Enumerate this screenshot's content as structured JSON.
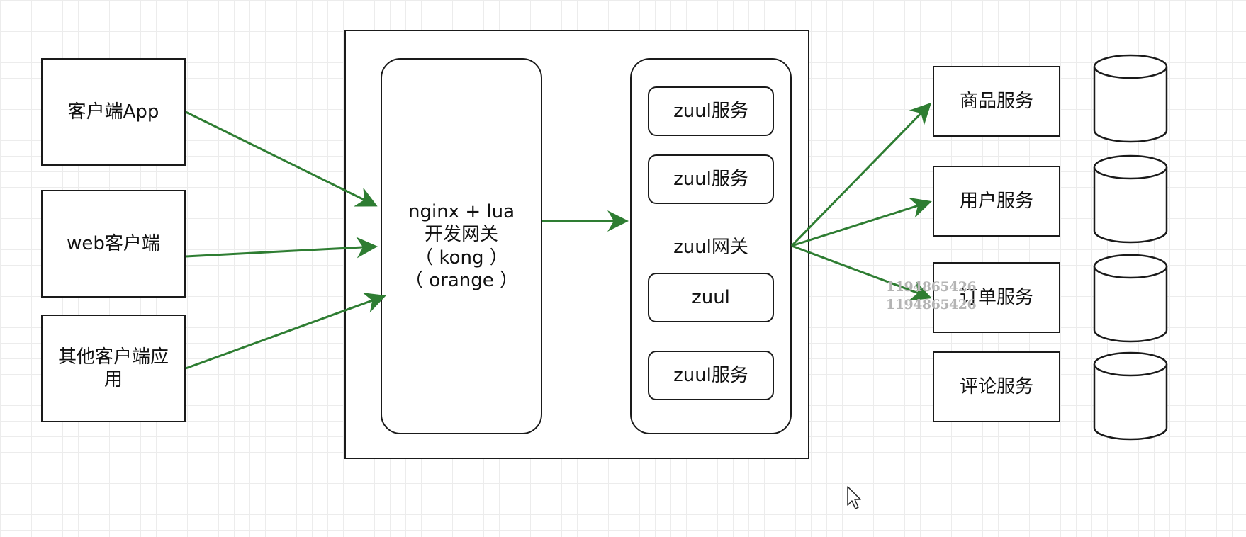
{
  "clients": [
    {
      "name": "client-app",
      "label": "客户端App"
    },
    {
      "name": "client-web",
      "label": "web客户端"
    },
    {
      "name": "client-other",
      "label": "其他客户端应用"
    }
  ],
  "nginx_gateway": {
    "lines": [
      "nginx + lua",
      "开发网关",
      "（ kong ）",
      "（ orange ）"
    ]
  },
  "zuul_gateway": {
    "title": "zuul网关",
    "services": [
      "zuul服务",
      "zuul服务",
      "zuul",
      "zuul服务"
    ]
  },
  "services": [
    "商品服务",
    "用户服务",
    "订单服务",
    "评论服务"
  ],
  "watermark": [
    "1194865426",
    "1194865426"
  ],
  "colors": {
    "arrow": "#2e7d32",
    "stroke": "#1a1a1a",
    "grid": "#ececec"
  },
  "icons": [
    "database-icon",
    "cursor-icon"
  ]
}
